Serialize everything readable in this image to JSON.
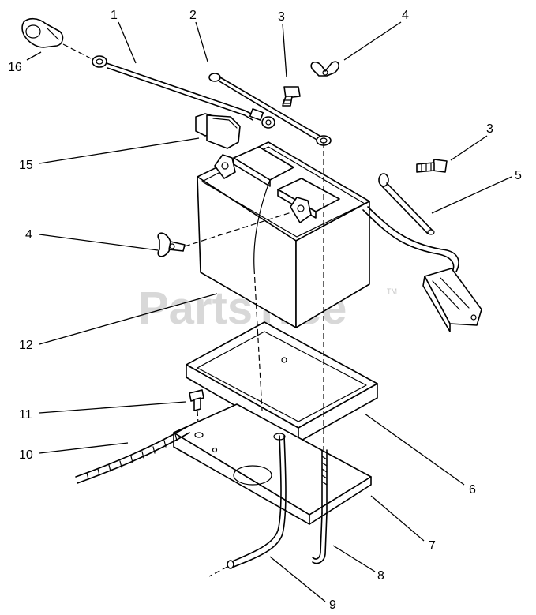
{
  "watermark": {
    "text": "PartsTree",
    "trademark": "TM"
  },
  "callouts": [
    "1",
    "2",
    "3",
    "4",
    "3",
    "5",
    "16",
    "15",
    "4",
    "12",
    "11",
    "10",
    "6",
    "7",
    "8",
    "9"
  ]
}
